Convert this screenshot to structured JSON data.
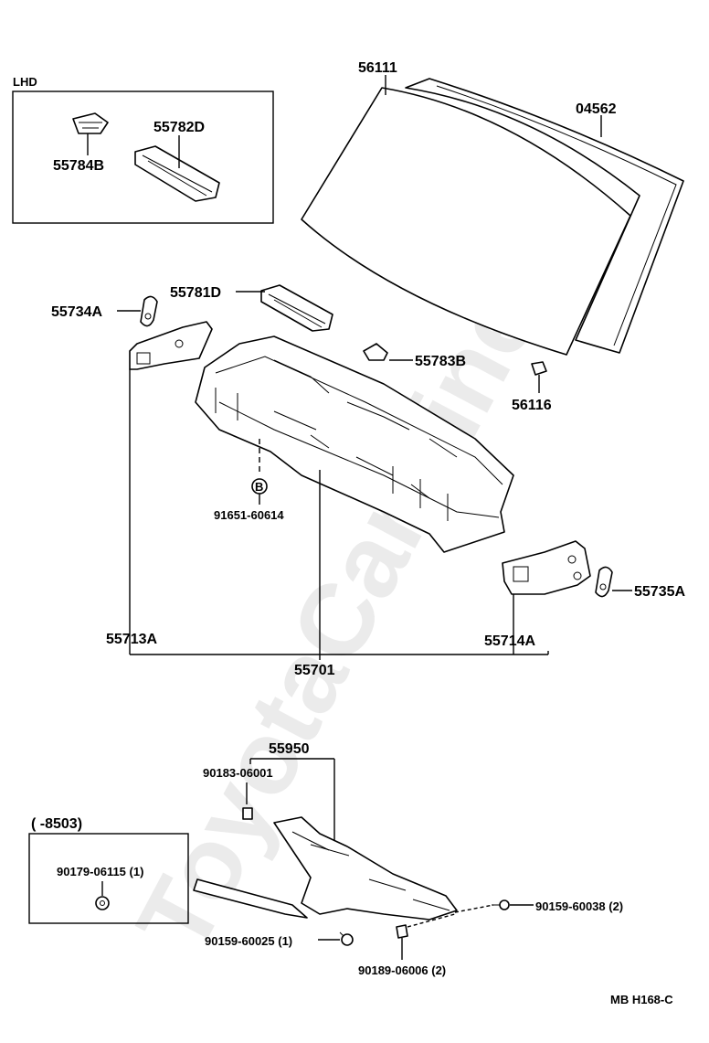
{
  "watermark": "ToyotaCarMine.ru",
  "box_top_title": "LHD",
  "box_bottom_title": "(       -8503)",
  "labels": {
    "p56111": "56111",
    "p04562": "04562",
    "p55782D": "55782D",
    "p55784B": "55784B",
    "p55781D": "55781D",
    "p55734A": "55734A",
    "p55783B": "55783B",
    "p56116": "56116",
    "pB": "B",
    "p91651": "91651-60614",
    "p55735A": "55735A",
    "p55713A": "55713A",
    "p55714A": "55714A",
    "p55701": "55701",
    "p55950": "55950",
    "p90183": "90183-06001",
    "p90179": "90179-06115 (1)",
    "p90159a": "90159-60038 (2)",
    "p90159b": "90159-60025 (1)",
    "p90189": "90189-06006 (2)",
    "footer": "MB   H168-C"
  }
}
